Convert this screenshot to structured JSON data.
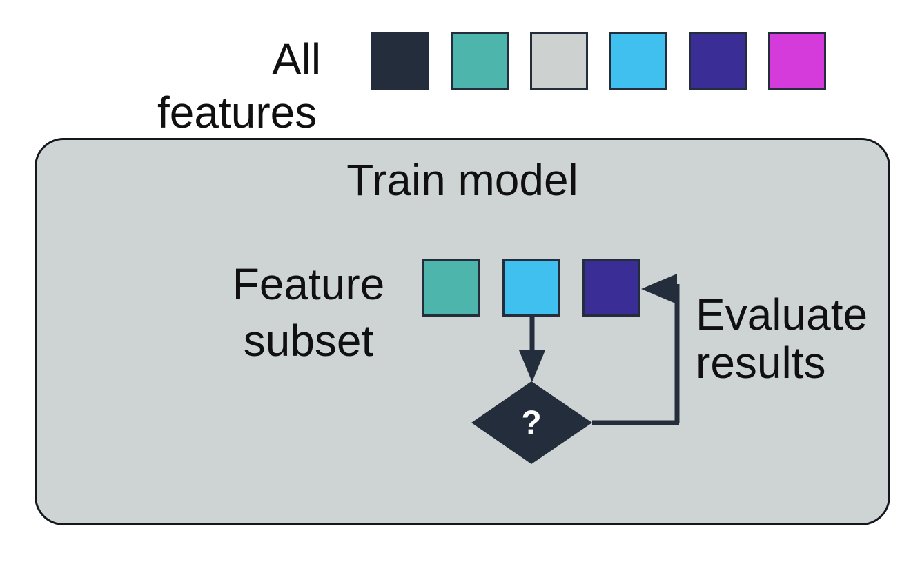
{
  "colors": {
    "ink": "#242d3b",
    "text": "#101010",
    "page_background": "#ffffff",
    "container_fill": "#ced3d3",
    "container_border": "#14181e",
    "question_mark": "#ffffff"
  },
  "all_features": {
    "lines": [
      "All",
      "features"
    ],
    "squares": [
      {
        "name": "feature-square-dark-navy",
        "color": "#242d3b"
      },
      {
        "name": "feature-square-teal",
        "color": "#4db5ab"
      },
      {
        "name": "feature-square-light-gray",
        "color": "#cdd2d1"
      },
      {
        "name": "feature-square-sky-blue",
        "color": "#40c0ee"
      },
      {
        "name": "feature-square-indigo",
        "color": "#3a2e96"
      },
      {
        "name": "feature-square-magenta",
        "color": "#d43bda"
      }
    ]
  },
  "train_model": {
    "label": "Train model"
  },
  "feature_subset": {
    "lines": [
      "Feature",
      "subset"
    ],
    "squares": [
      {
        "name": "subset-square-teal",
        "color": "#4db5ab"
      },
      {
        "name": "subset-square-sky-blue",
        "color": "#40c0ee"
      },
      {
        "name": "subset-square-indigo",
        "color": "#3a2e96"
      }
    ]
  },
  "decision": {
    "label": "?"
  },
  "evaluate": {
    "lines": [
      "Evaluate",
      "results"
    ]
  }
}
